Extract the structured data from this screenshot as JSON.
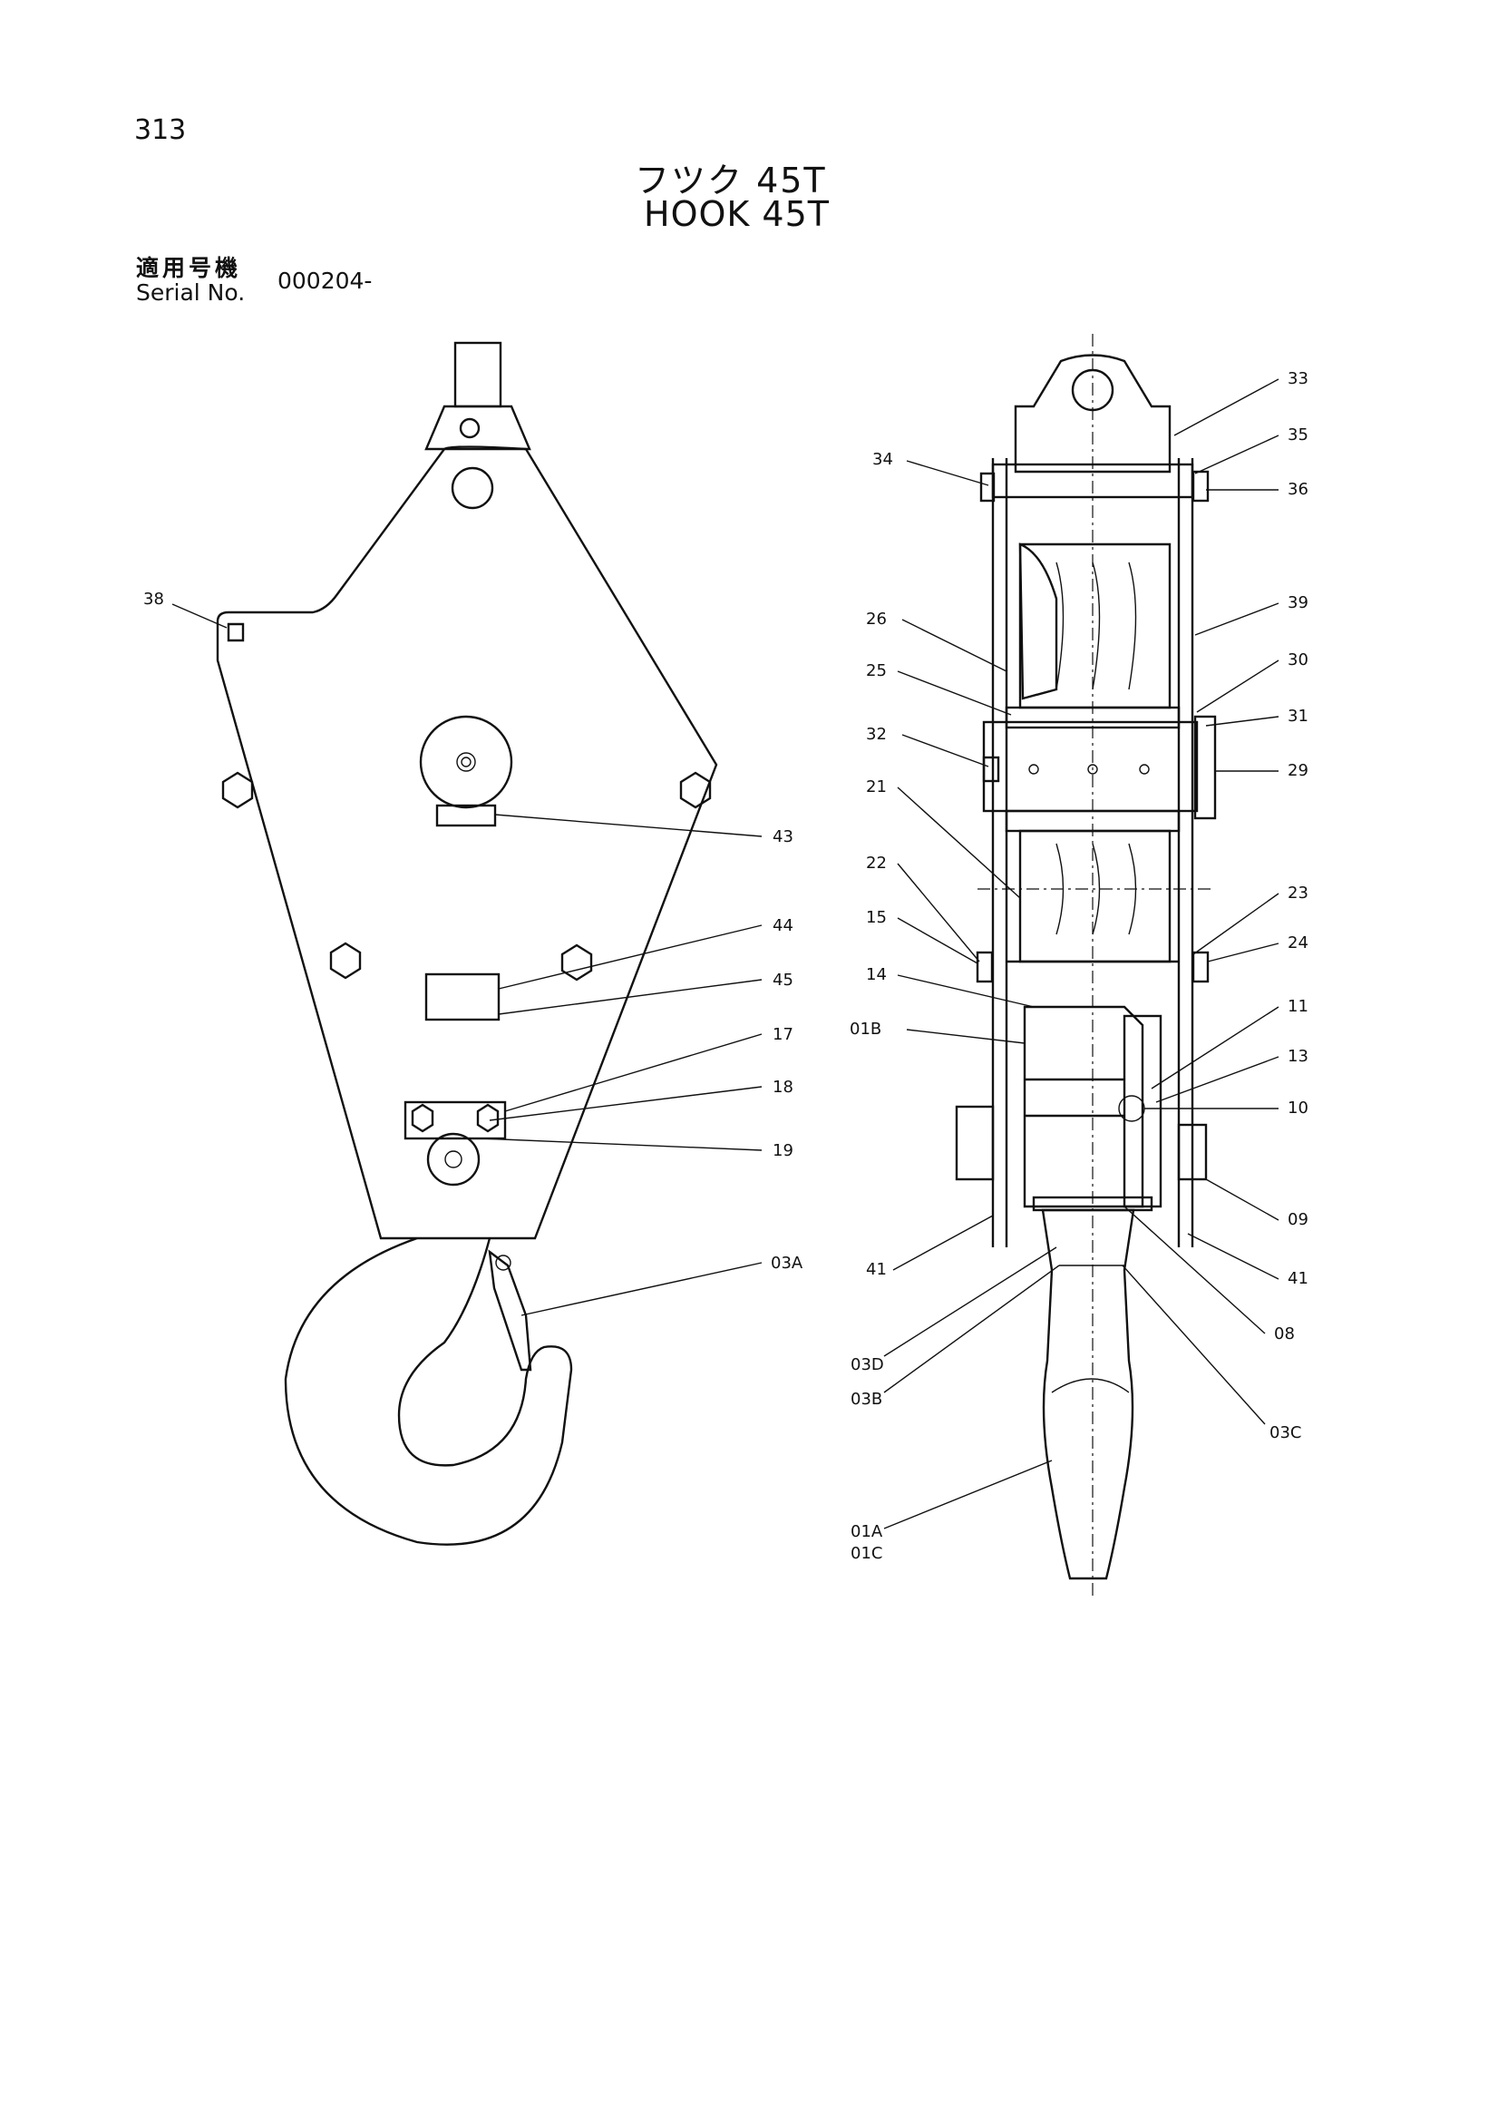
{
  "header": {
    "page_number": "313",
    "title_jp": "フツク 45T",
    "title_en": "HOOK 45T",
    "serial_label_jp": "適用号機",
    "serial_label_en": "Serial No.",
    "serial_value": "000204-"
  },
  "callouts": {
    "left_view": [
      "38",
      "43",
      "44",
      "45",
      "17",
      "18",
      "19",
      "03A"
    ],
    "right_view": [
      "33",
      "35",
      "34",
      "36",
      "39",
      "26",
      "30",
      "25",
      "31",
      "32",
      "29",
      "21",
      "22",
      "23",
      "15",
      "24",
      "14",
      "11",
      "01B",
      "13",
      "10",
      "09",
      "41",
      "41",
      "08",
      "03D",
      "03B",
      "03C",
      "01A",
      "01C"
    ]
  }
}
